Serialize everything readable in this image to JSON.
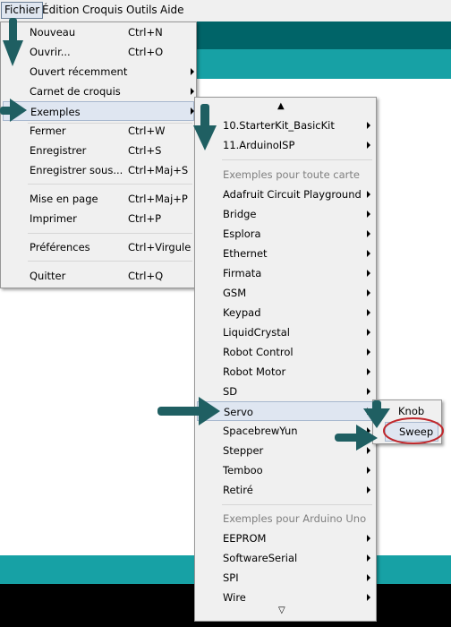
{
  "menubar": [
    "Fichier",
    "Édition",
    "Croquis",
    "Outils",
    "Aide"
  ],
  "fichier_menu": [
    {
      "label": "Nouveau",
      "shortcut": "Ctrl+N"
    },
    {
      "label": "Ouvrir...",
      "shortcut": "Ctrl+O"
    },
    {
      "label": "Ouvert récemment",
      "shortcut": "",
      "submenu": true
    },
    {
      "label": "Carnet de croquis",
      "shortcut": "",
      "submenu": true
    },
    {
      "label": "Exemples",
      "shortcut": "",
      "submenu": true
    },
    {
      "label": "Fermer",
      "shortcut": "Ctrl+W"
    },
    {
      "label": "Enregistrer",
      "shortcut": "Ctrl+S"
    },
    {
      "label": "Enregistrer sous...",
      "shortcut": "Ctrl+Maj+S"
    },
    {
      "label": "Mise en page",
      "shortcut": "Ctrl+Maj+P"
    },
    {
      "label": "Imprimer",
      "shortcut": "Ctrl+P"
    },
    {
      "label": "Préférences",
      "shortcut": "Ctrl+Virgule"
    },
    {
      "label": "Quitter",
      "shortcut": "Ctrl+Q"
    }
  ],
  "exemples_menu": {
    "scroll_up": "▲",
    "scroll_down": "▽",
    "top_items": [
      "10.StarterKit_BasicKit",
      "11.ArduinoISP"
    ],
    "header_all": "Exemples pour toute carte",
    "all_boards": [
      "Adafruit Circuit Playground",
      "Bridge",
      "Esplora",
      "Ethernet",
      "Firmata",
      "GSM",
      "Keypad",
      "LiquidCrystal",
      "Robot Control",
      "Robot Motor",
      "SD",
      "Servo",
      "SpacebrewYun",
      "Stepper",
      "Temboo",
      "Retiré"
    ],
    "header_uno": "Exemples pour Arduino Uno",
    "uno": [
      "EEPROM",
      "SoftwareSerial",
      "SPI",
      "Wire"
    ]
  },
  "servo_menu": [
    "Knob",
    "Sweep"
  ],
  "colors": {
    "arrow": "#1f5f62",
    "highlight_circle": "#c0282d",
    "teal": "#17a1a5",
    "teal_dark": "#006468"
  }
}
